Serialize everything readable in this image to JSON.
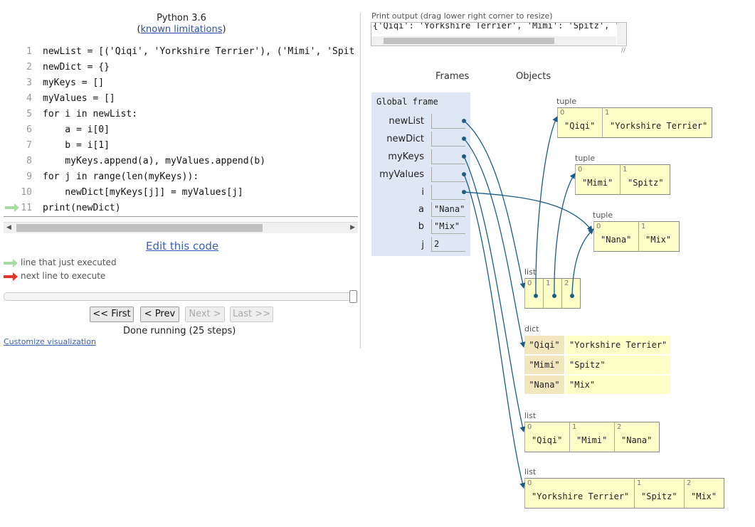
{
  "header": {
    "language": "Python 3.6",
    "limitations_prefix": "(",
    "limitations_link": "known limitations",
    "limitations_suffix": ")"
  },
  "code": [
    {
      "n": "1",
      "text": "newList = [('Qiqi', 'Yorkshire Terrier'), ('Mimi', 'Spit"
    },
    {
      "n": "2",
      "text": "newDict = {}"
    },
    {
      "n": "3",
      "text": "myKeys = []"
    },
    {
      "n": "4",
      "text": "myValues = []"
    },
    {
      "n": "5",
      "text": "for i in newList:"
    },
    {
      "n": "6",
      "text": "    a = i[0]"
    },
    {
      "n": "7",
      "text": "    b = i[1]"
    },
    {
      "n": "8",
      "text": "    myKeys.append(a), myValues.append(b)"
    },
    {
      "n": "9",
      "text": "for j in range(len(myKeys)):"
    },
    {
      "n": "10",
      "text": "    newDict[myKeys[j]] = myValues[j]"
    },
    {
      "n": "11",
      "text": "print(newDict)"
    }
  ],
  "edit_link": "Edit this code",
  "legend": {
    "executed": "line that just executed",
    "next": "next line to execute"
  },
  "nav": {
    "first": "<< First",
    "prev": "< Prev",
    "next": "Next >",
    "last": "Last >>"
  },
  "status": "Done running (25 steps)",
  "customize": "Customize visualization",
  "print": {
    "label": "Print output (drag lower right corner to resize)",
    "text": "{'Qiqi': 'Yorkshire Terrier', 'Mimi': 'Spitz', 'Nana': 'Mix'}"
  },
  "viz": {
    "frames_header": "Frames",
    "objects_header": "Objects",
    "global_frame": "Global frame"
  },
  "vars": [
    {
      "name": "newList",
      "value": ""
    },
    {
      "name": "newDict",
      "value": ""
    },
    {
      "name": "myKeys",
      "value": ""
    },
    {
      "name": "myValues",
      "value": ""
    },
    {
      "name": "i",
      "value": ""
    },
    {
      "name": "a",
      "value": "\"Nana\""
    },
    {
      "name": "b",
      "value": "\"Mix\""
    },
    {
      "name": "j",
      "value": "2"
    }
  ],
  "heap": {
    "tuple_label": "tuple",
    "list_label": "list",
    "dict_label": "dict",
    "tuple1": [
      {
        "i": "0",
        "v": "\"Qiqi\""
      },
      {
        "i": "1",
        "v": "\"Yorkshire Terrier\""
      }
    ],
    "tuple2": [
      {
        "i": "0",
        "v": "\"Mimi\""
      },
      {
        "i": "1",
        "v": "\"Spitz\""
      }
    ],
    "tuple3": [
      {
        "i": "0",
        "v": "\"Nana\""
      },
      {
        "i": "1",
        "v": "\"Mix\""
      }
    ],
    "newlist": [
      {
        "i": "0"
      },
      {
        "i": "1"
      },
      {
        "i": "2"
      }
    ],
    "dict": [
      {
        "k": "\"Qiqi\"",
        "v": "\"Yorkshire Terrier\""
      },
      {
        "k": "\"Mimi\"",
        "v": "\"Spitz\""
      },
      {
        "k": "\"Nana\"",
        "v": "\"Mix\""
      }
    ],
    "keys": [
      {
        "i": "0",
        "v": "\"Qiqi\""
      },
      {
        "i": "1",
        "v": "\"Mimi\""
      },
      {
        "i": "2",
        "v": "\"Nana\""
      }
    ],
    "values": [
      {
        "i": "0",
        "v": "\"Yorkshire Terrier\""
      },
      {
        "i": "1",
        "v": "\"Spitz\""
      },
      {
        "i": "2",
        "v": "\"Mix\""
      }
    ]
  },
  "colors": {
    "arrow": "#1a5d8a",
    "frame_bg": "#dfe7f4",
    "heap_cell": "#fefec8",
    "dict_key": "#f2e6bf",
    "green_arrow": "#a5dba5",
    "red_arrow": "#e2362b"
  }
}
